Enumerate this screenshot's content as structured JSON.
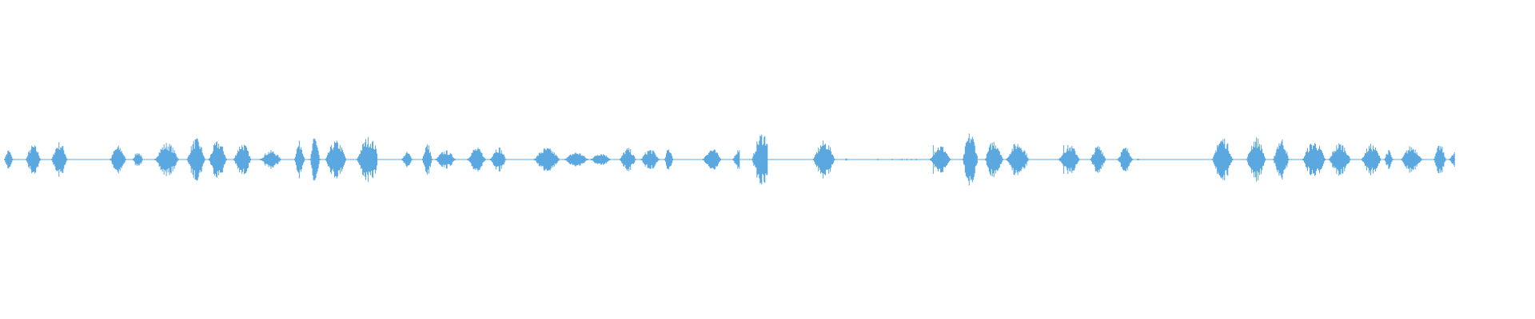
{
  "waveform": {
    "color": "#5ba8e0",
    "background": "#ffffff",
    "duration_fraction_with_audio": 0.948,
    "segments": [
      {
        "start": 0.003,
        "end": 0.045,
        "level": 0.12,
        "type": "speech"
      },
      {
        "start": 0.045,
        "end": 0.068,
        "level": 0.02,
        "type": "silence"
      },
      {
        "start": 0.072,
        "end": 0.118,
        "level": 0.13,
        "type": "speech"
      },
      {
        "start": 0.122,
        "end": 0.246,
        "level": 0.16,
        "type": "speech"
      },
      {
        "start": 0.262,
        "end": 0.33,
        "level": 0.14,
        "type": "speech"
      },
      {
        "start": 0.348,
        "end": 0.44,
        "level": 0.1,
        "type": "speech"
      },
      {
        "start": 0.458,
        "end": 0.482,
        "level": 0.08,
        "type": "speech"
      },
      {
        "start": 0.49,
        "end": 0.5,
        "level": 0.2,
        "type": "speech"
      },
      {
        "start": 0.5,
        "end": 0.53,
        "level": 0.02,
        "type": "silence"
      },
      {
        "start": 0.53,
        "end": 0.552,
        "level": 0.16,
        "type": "speech"
      },
      {
        "start": 0.552,
        "end": 0.572,
        "level": 0.02,
        "type": "silence"
      },
      {
        "start": 0.572,
        "end": 0.6,
        "level": 0.01,
        "type": "noise"
      },
      {
        "start": 0.606,
        "end": 0.67,
        "level": 0.18,
        "type": "speech"
      },
      {
        "start": 0.69,
        "end": 0.742,
        "level": 0.12,
        "type": "speech"
      },
      {
        "start": 0.742,
        "end": 0.772,
        "level": 0.02,
        "type": "silence"
      },
      {
        "start": 0.79,
        "end": 0.948,
        "level": 0.16,
        "type": "speech"
      }
    ],
    "transients": [
      0.608,
      0.693,
      0.793
    ]
  }
}
